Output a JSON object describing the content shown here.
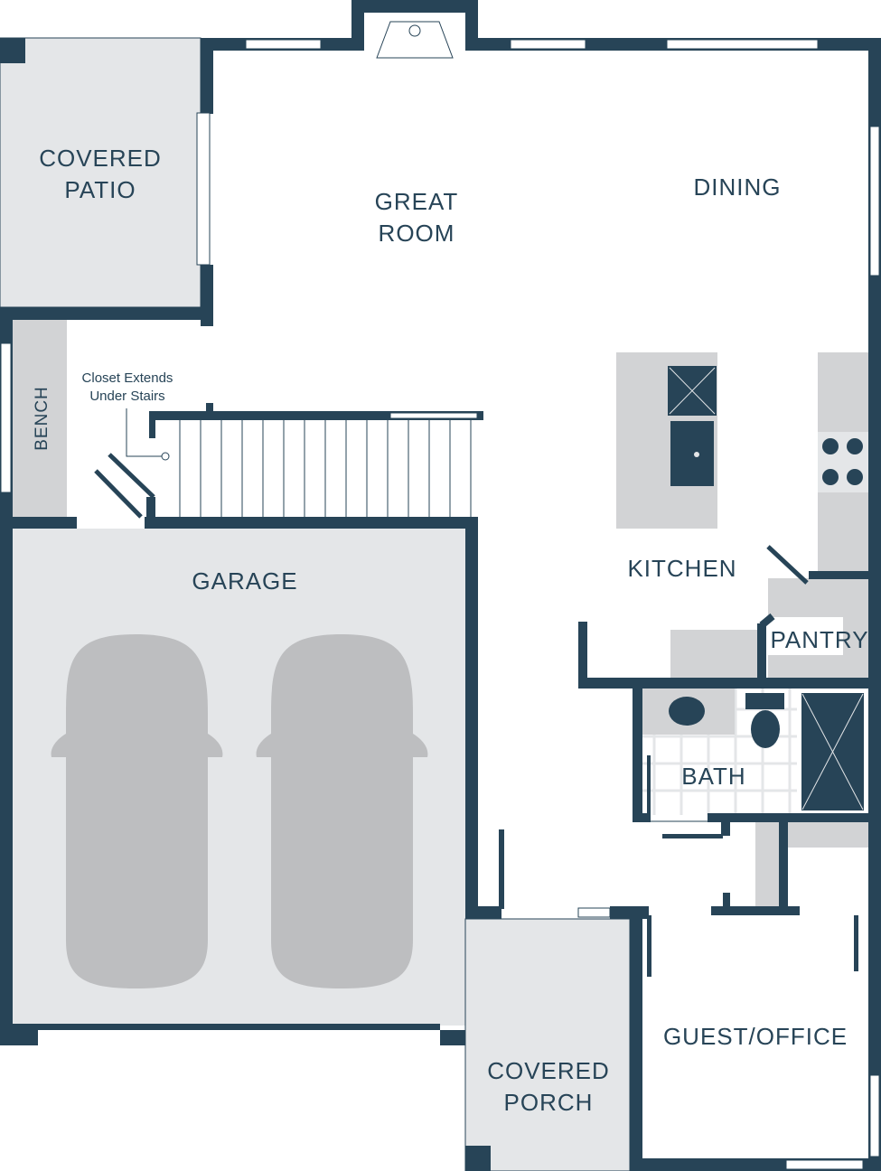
{
  "floorplan": {
    "rooms": {
      "covered_patio": [
        "COVERED",
        "PATIO"
      ],
      "great_room": [
        "GREAT",
        "ROOM"
      ],
      "dining": "DINING",
      "bench": "BENCH",
      "closet_note": [
        "Closet Extends",
        "Under Stairs"
      ],
      "garage": "GARAGE",
      "kitchen": "KITCHEN",
      "pantry": "PANTRY",
      "bath": "BATH",
      "guest_office": "GUEST/OFFICE",
      "covered_porch": [
        "COVERED",
        "PORCH"
      ]
    },
    "colors": {
      "wall": "#274457",
      "exterior_area": "#e4e6e8",
      "counter": "#d2d3d5",
      "car": "#bdbec0"
    }
  }
}
